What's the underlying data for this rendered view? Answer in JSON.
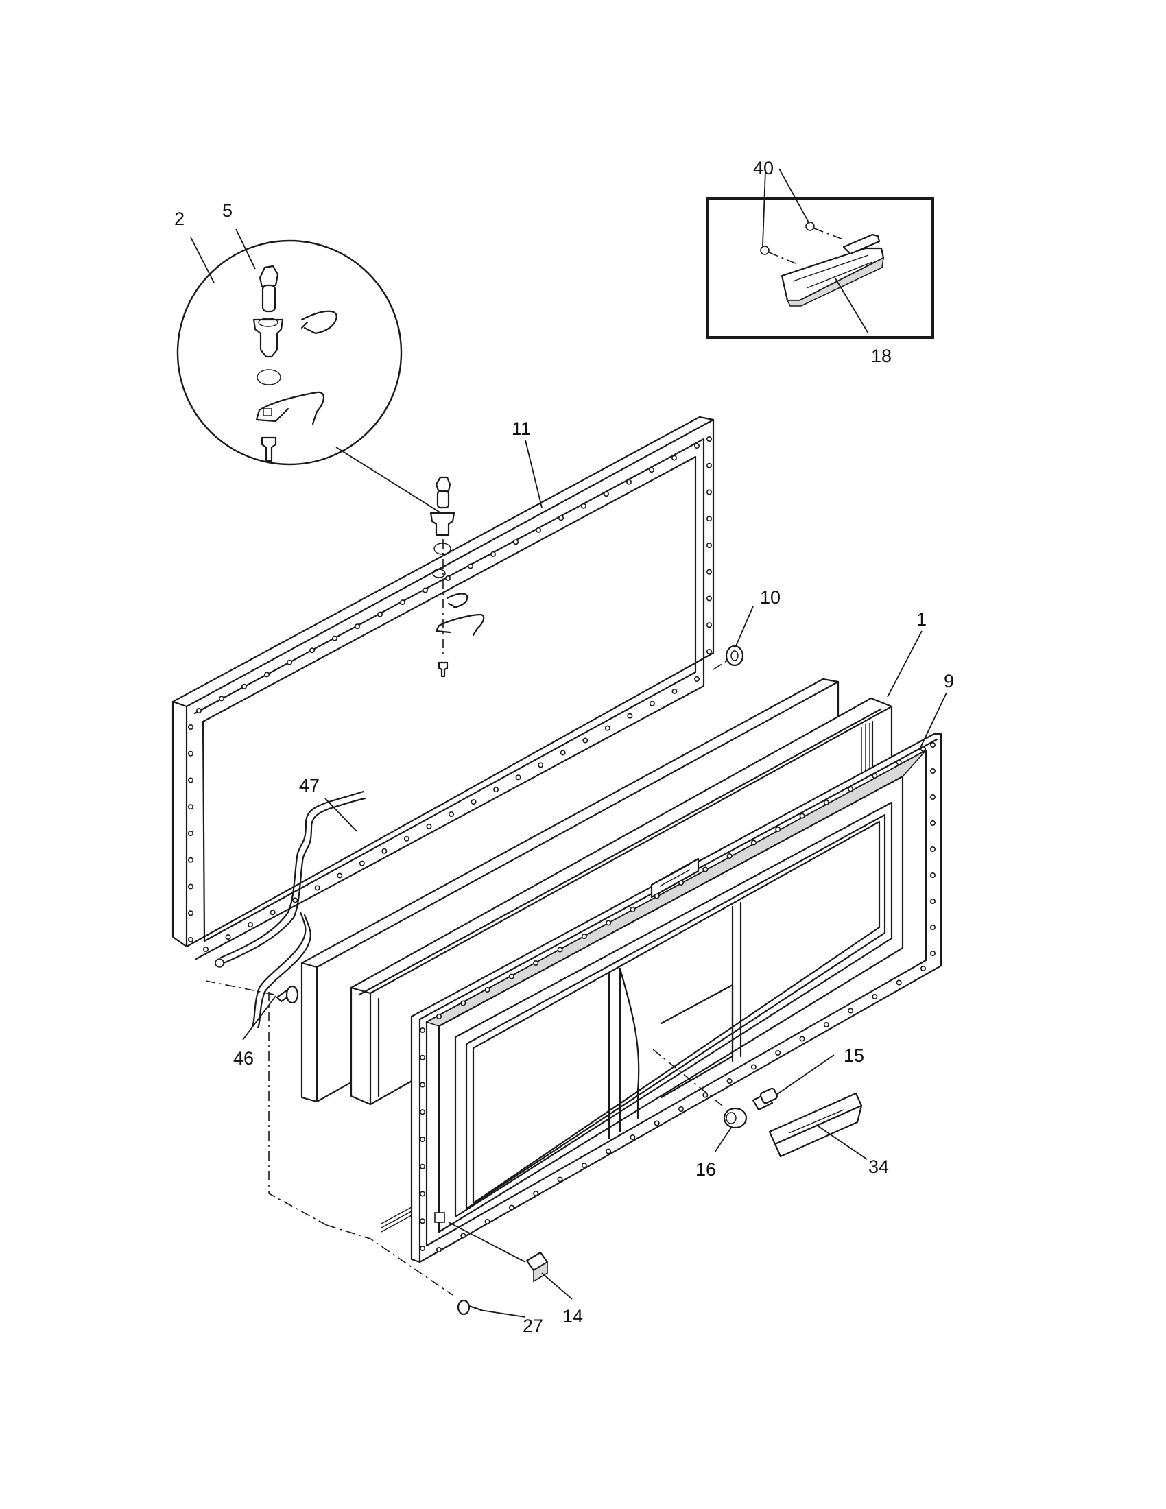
{
  "callouts": [
    {
      "id": "c1",
      "text": "1"
    },
    {
      "id": "c2",
      "text": "2"
    },
    {
      "id": "c5",
      "text": "5"
    },
    {
      "id": "c9",
      "text": "9"
    },
    {
      "id": "c10",
      "text": "10"
    },
    {
      "id": "c11",
      "text": "11"
    },
    {
      "id": "c14",
      "text": "14"
    },
    {
      "id": "c15",
      "text": "15"
    },
    {
      "id": "c16",
      "text": "16"
    },
    {
      "id": "c18",
      "text": "18"
    },
    {
      "id": "c27",
      "text": "27"
    },
    {
      "id": "c34",
      "text": "34"
    },
    {
      "id": "c40",
      "text": "40"
    },
    {
      "id": "c46",
      "text": "46"
    },
    {
      "id": "c47",
      "text": "47"
    }
  ]
}
